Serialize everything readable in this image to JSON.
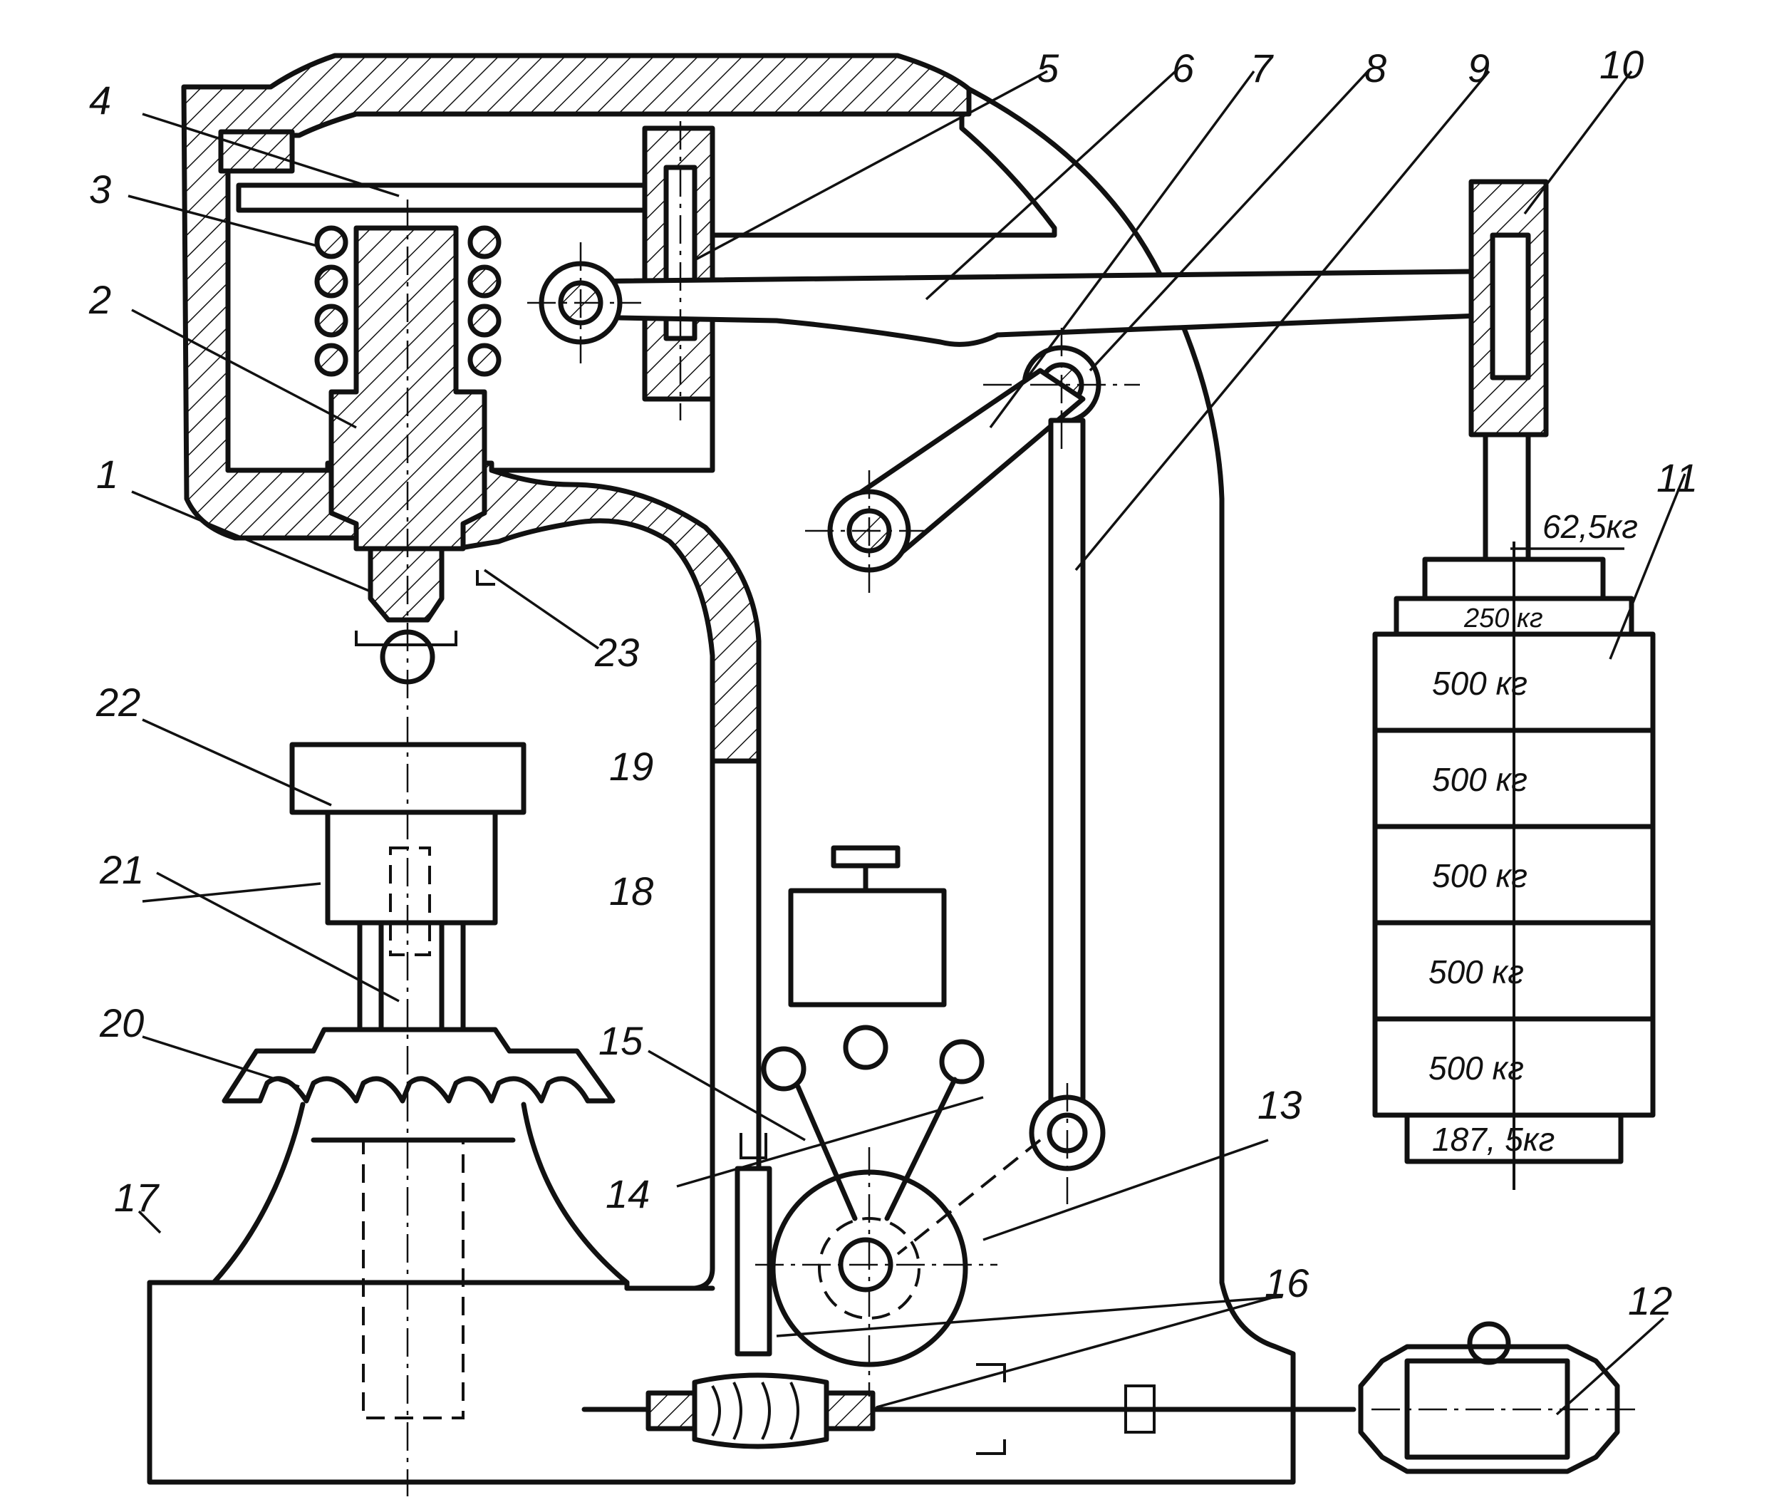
{
  "diagram": {
    "callouts": [
      {
        "id": "1",
        "label": "1"
      },
      {
        "id": "2",
        "label": "2"
      },
      {
        "id": "3",
        "label": "3"
      },
      {
        "id": "4",
        "label": "4"
      },
      {
        "id": "5",
        "label": "5"
      },
      {
        "id": "6",
        "label": "6"
      },
      {
        "id": "7",
        "label": "7"
      },
      {
        "id": "8",
        "label": "8"
      },
      {
        "id": "9",
        "label": "9"
      },
      {
        "id": "10",
        "label": "10"
      },
      {
        "id": "11",
        "label": "11"
      },
      {
        "id": "12",
        "label": "12"
      },
      {
        "id": "13",
        "label": "13"
      },
      {
        "id": "14",
        "label": "14"
      },
      {
        "id": "15",
        "label": "15"
      },
      {
        "id": "16",
        "label": "16"
      },
      {
        "id": "17",
        "label": "17"
      },
      {
        "id": "18",
        "label": "18"
      },
      {
        "id": "19",
        "label": "19"
      },
      {
        "id": "20",
        "label": "20"
      },
      {
        "id": "21",
        "label": "21"
      },
      {
        "id": "22",
        "label": "22"
      },
      {
        "id": "23",
        "label": "23"
      }
    ],
    "weights": [
      {
        "id": "w_62_5",
        "label": "62,5кг"
      },
      {
        "id": "w_250",
        "label": "250 кг"
      },
      {
        "id": "w_500_1",
        "label": "500 кг"
      },
      {
        "id": "w_500_2",
        "label": "500 кг"
      },
      {
        "id": "w_500_3",
        "label": "500 кг"
      },
      {
        "id": "w_500_4",
        "label": "500 кг"
      },
      {
        "id": "w_500_5",
        "label": "500 кг"
      },
      {
        "id": "w_187_5",
        "label": "187, 5кг"
      }
    ],
    "colors": {
      "ink": "#111111",
      "paper": "#ffffff"
    }
  }
}
